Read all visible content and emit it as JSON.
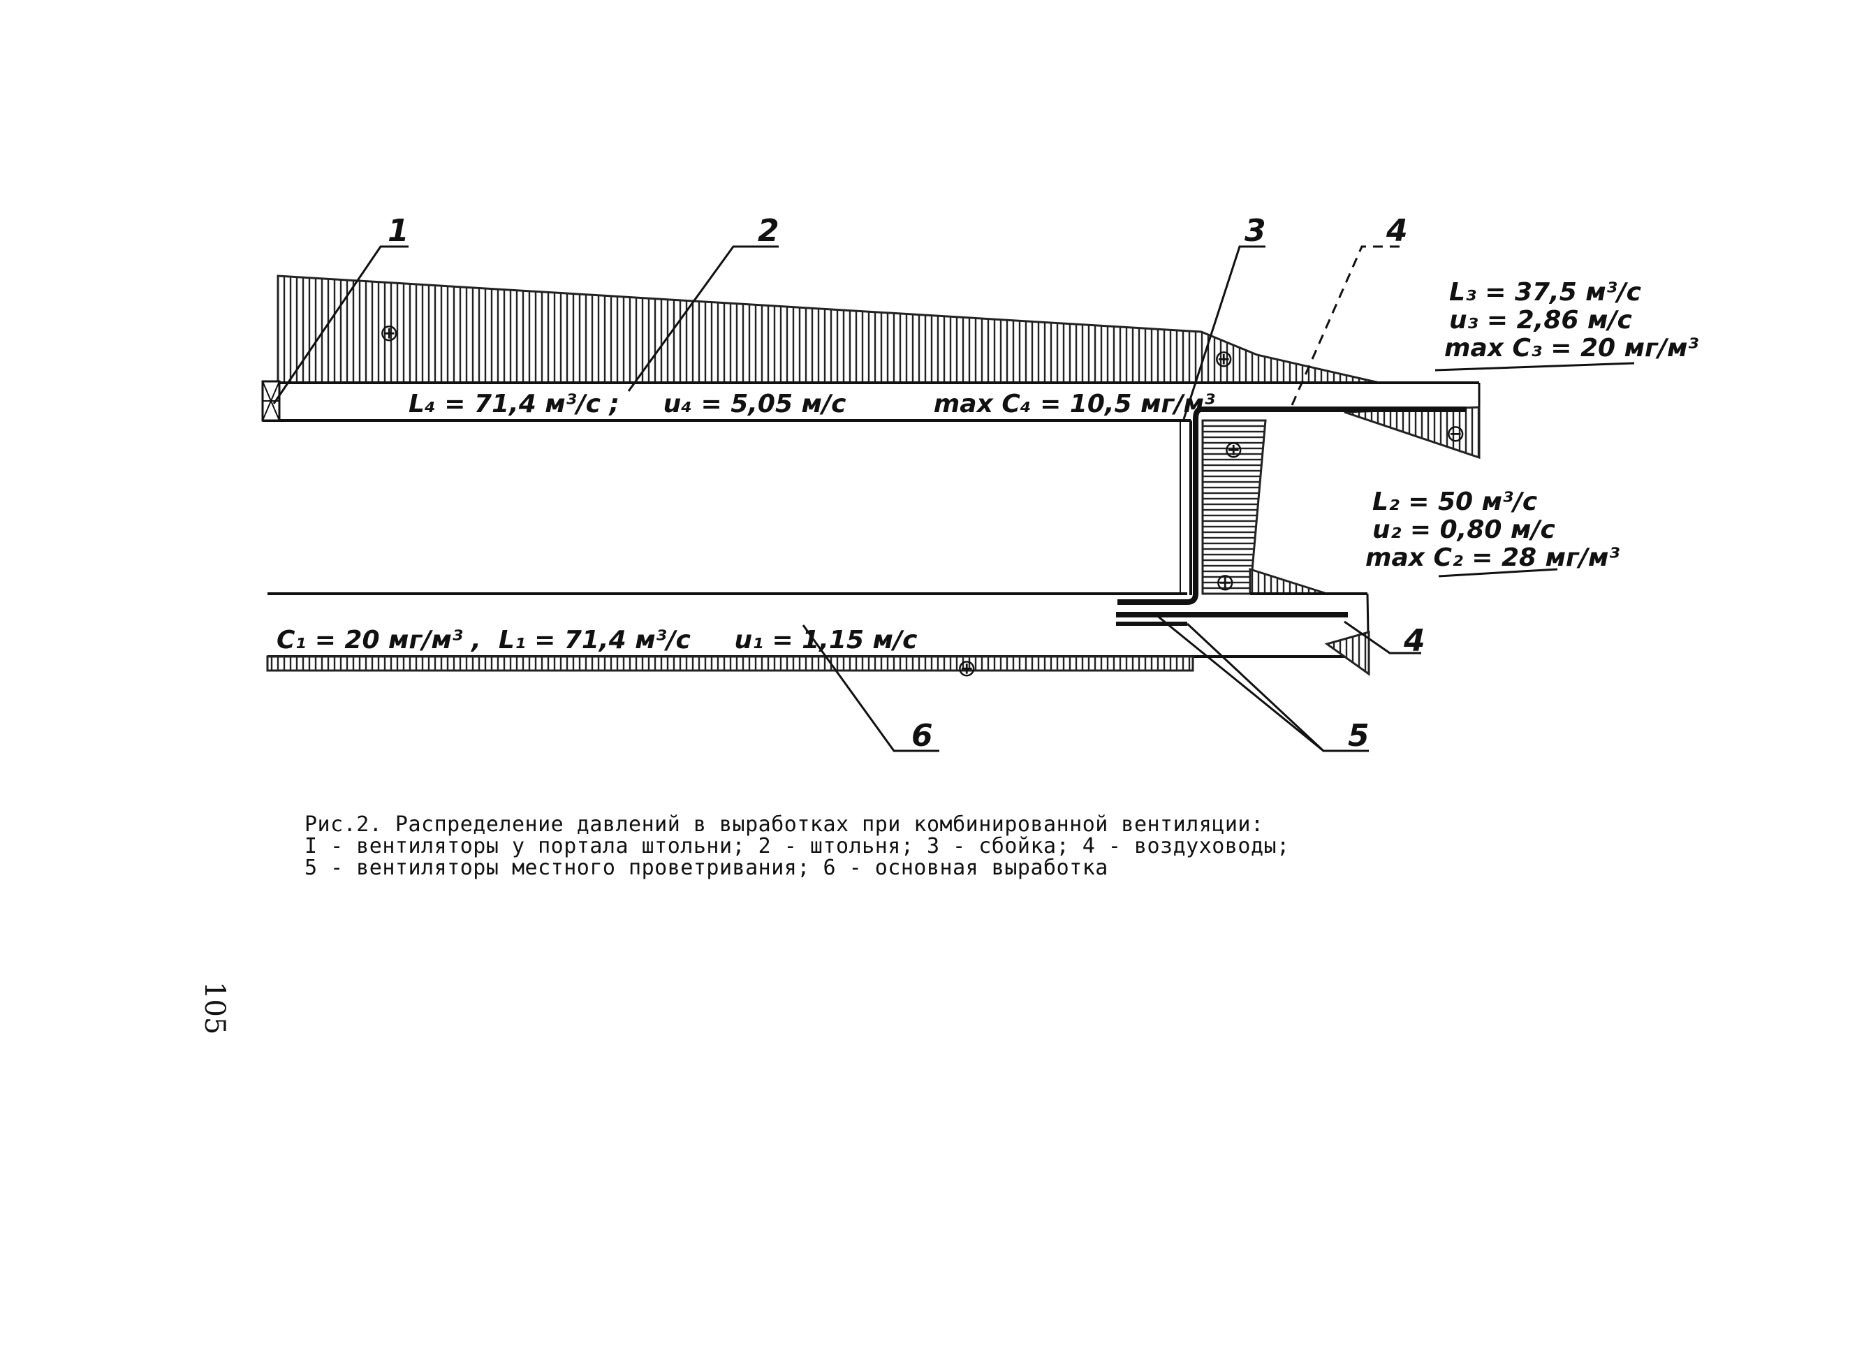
{
  "labels": {
    "callout_1": "1",
    "callout_2": "2",
    "callout_3": "3",
    "callout_4_top": "4",
    "callout_4_bottom": "4",
    "callout_5": "5",
    "callout_6": "6",
    "upper_drift": "L₄ = 71,4 м³/с ;     u₄ = 5,05 м/с          max C₄ = 10,5 мг/м³",
    "lower_drift": "C₁ = 20 мг/м³ ,  L₁ = 71,4 м³/с     u₁ = 1,15 м/с",
    "top_right_L": "L₃ = 37,5 м³/с",
    "top_right_u": "u₃ = 2,86 м/с",
    "top_right_c": "max C₃ = 20 мг/м³",
    "mid_right_L": "L₂ = 50 м³/с",
    "mid_right_u": "u₂ = 0,80 м/с",
    "mid_right_c": "max C₂ = 28 мг/м³",
    "plus": "⊕",
    "minus": "⊖"
  },
  "caption": {
    "line1": "Рис.2. Распределение давлений в выработках при комбинированной вентиляции:",
    "line2": "I - вентиляторы у портала штольни; 2 - штольня; 3 - сбойка; 4 - воздуховоды;",
    "line3": "5 - вентиляторы местного проветривания; 6 - основная выработка"
  },
  "page_number": "105"
}
